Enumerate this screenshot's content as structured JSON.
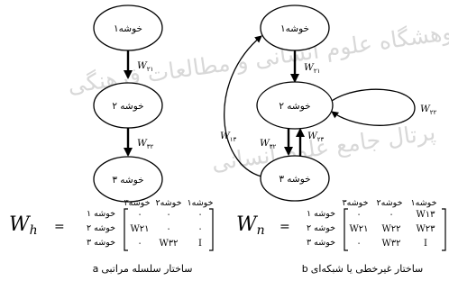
{
  "watermark": {
    "top": "پژوهشگاه علوم انسانی و مطالعات فرهنگی",
    "bottom": "پرتال جامع علوم انسانی"
  },
  "left": {
    "nodes": [
      "خوشه۱",
      "خوشه ۲",
      "خوشه ۳"
    ],
    "edges": [
      {
        "letter": "W",
        "sub": "۲۱"
      },
      {
        "letter": "W",
        "sub": "۳۲"
      }
    ],
    "matrix": {
      "symbol": "W",
      "subscript": "h",
      "equals": "=",
      "col_headers": [
        "خوشه۳",
        "خوشه۲",
        "خوشه۱"
      ],
      "row_headers": [
        "خوشه ۱",
        "خوشه ۲",
        "خوشه ۳"
      ],
      "rows": [
        [
          "۰",
          "۰",
          "۰"
        ],
        [
          "W۲۱",
          "۰",
          "۰"
        ],
        [
          "۰",
          "W۳۲",
          "I"
        ]
      ]
    },
    "caption_letter": "a",
    "caption": "ساختار سلسله مراتبی"
  },
  "right": {
    "nodes": [
      "خوشه۱",
      "خوشه ۲",
      "خوشه ۳"
    ],
    "edges": [
      {
        "letter": "W",
        "sub": "۲۱"
      },
      {
        "letter": "W",
        "sub": "۱۳"
      },
      {
        "letter": "W",
        "sub": "۲۲"
      },
      {
        "letter": "W",
        "sub": "۳۲"
      },
      {
        "letter": "W",
        "sub": "۲۳"
      }
    ],
    "matrix": {
      "symbol": "W",
      "subscript": "n",
      "equals": "=",
      "col_headers": [
        "خوشه۳",
        "خوشه۲",
        "خوشه۱"
      ],
      "row_headers": [
        "خوشه ۱",
        "خوشه ۲",
        "خوشه ۳"
      ],
      "rows": [
        [
          "۰",
          "۰",
          "W۱۳"
        ],
        [
          "W۲۱",
          "W۲۲",
          "W۲۳"
        ],
        [
          "۰",
          "W۳۲",
          "I"
        ]
      ]
    },
    "caption_letter": "b",
    "caption": "ساختار غیرخطی یا شبکه‌ای"
  }
}
